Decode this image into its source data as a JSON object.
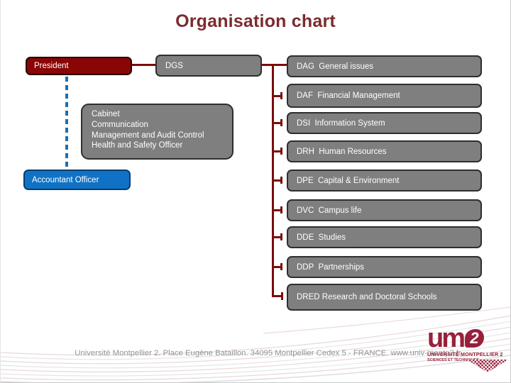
{
  "page": {
    "title": "Organisation chart"
  },
  "chart": {
    "president": {
      "label": "President"
    },
    "dgs": {
      "label": "DGS"
    },
    "cabinet": {
      "line1": "Cabinet",
      "line2": "Communication",
      "line3": "Management and Audit Control",
      "line4": "Health and Safety Officer"
    },
    "accountant": {
      "label": "Accountant Officer"
    },
    "directions": [
      {
        "label": "DAG  General issues"
      },
      {
        "label": "DAF  Financial Management"
      },
      {
        "label": "DSI  Information System"
      },
      {
        "label": "DRH  Human Resources"
      },
      {
        "label": "DPE  Capital & Environment"
      },
      {
        "label": "DVC  Campus life"
      },
      {
        "label": "DDE  Studies"
      },
      {
        "label": "DDP  Partnerships"
      },
      {
        "label": "DRED Research and Doctoral Schools"
      }
    ]
  },
  "footer": {
    "address": "Université Montpellier 2. Place Eugène Bataillon. 34095 Montpellier Cedex 5 - FRANCE. www.univ-montp2.fr"
  },
  "logo": {
    "wordmark": "um",
    "numeral": "2",
    "line1": "UNIVERSITÉ MONTPELLIER 2",
    "line2": "SCIENCES ET TECHNIQUES"
  },
  "colors": {
    "title_maroon": "#7b2b2e",
    "box_red": "#8a0505",
    "box_gray": "#7f7f7f",
    "box_blue": "#1072c4",
    "connector_red": "#7d0c0c",
    "dashed_blue": "#1e6fb0",
    "footer_gray": "#8f9296",
    "logo_red": "#97203a"
  }
}
